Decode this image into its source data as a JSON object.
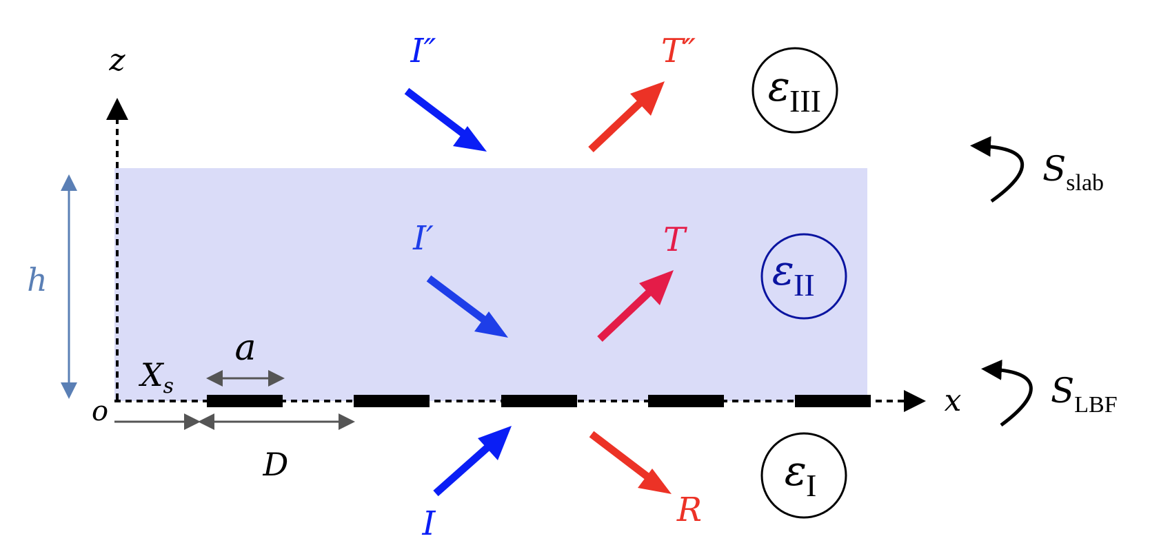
{
  "labels": {
    "z_axis": "z",
    "x_axis": "x",
    "origin": "o",
    "height": "h",
    "strip_width": "a",
    "period": "D",
    "offset_main": "X",
    "offset_sub": "s",
    "incident_top": "I″",
    "transmitted_top": "T″",
    "incident_mid": "I′",
    "transmitted_mid": "T",
    "incident_bottom": "I",
    "reflected_bottom": "R",
    "eps_symbol": "ε",
    "region_3_sub": "III",
    "region_2_sub": "II",
    "region_1_sub": "I",
    "s_symbol": "S",
    "s_slab_sub": "slab",
    "s_lbf_sub": "LBF"
  },
  "colors": {
    "slab_fill": "#dadcf8",
    "incident_blue": "#0a1ef5",
    "incident_mid_blue": "#1e3ee8",
    "transmitted_red": "#ec3226",
    "transmitted_mid_red": "#e41c48",
    "height_arrow": "#5a7fb5",
    "dimension_gray": "#555555",
    "region_2_blue": "#0a14a0",
    "black": "#000000"
  },
  "strip_count": 5
}
